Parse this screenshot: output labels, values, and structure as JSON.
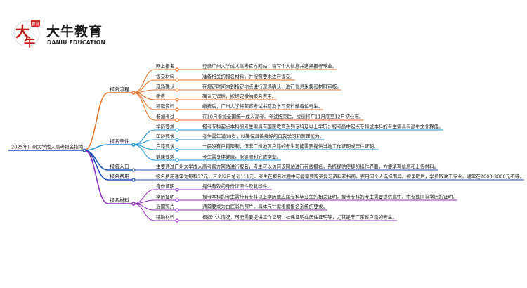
{
  "logo": {
    "name": "大牛教育",
    "name_en": "DANIU EDUCATION",
    "mark_char": "大",
    "mark_char2": "牛",
    "mark_seal": "教育"
  },
  "root": {
    "label": "2025年广州大学成人高考报名指南"
  },
  "colors": {
    "root": "#1e4fc0",
    "process": "#e8732a",
    "conditions": "#1f96d6",
    "entry": "#1f5bb4",
    "fee": "#1e4fc0",
    "materials": "#8e2fbf"
  },
  "branches": [
    {
      "key": "process",
      "label": "报名流程",
      "items": [
        {
          "label": "网上报名",
          "text": "登录广州大学成人高考官方网站，填写个人信息并选择报考专业。"
        },
        {
          "label": "提交材料",
          "text": "准备相关的报名材料，并按照要求进行提交。"
        },
        {
          "label": "现场确认",
          "text": "在规定时间内到指定地点进行现场确认，进行信息采集和材料审核。"
        },
        {
          "label": "缴费",
          "text": "确认无误后，按规定缴纳报名费用。"
        },
        {
          "label": "领取资料",
          "text": "缴费后，广州大学将邮寄考试书籍及学习资料给每位考生。"
        },
        {
          "label": "参加考试",
          "text": "在10月参加全国统一成人高考，考试结束后，成绩将在11月底至12月初公布。"
        }
      ]
    },
    {
      "key": "conditions",
      "label": "报名条件",
      "items": [
        {
          "label": "学历要求",
          "text": "报考专科起点本科的考生需具有国民教育系列专科及以上学历；报考高中起点专科或本科的考生需具有高中文化程度。"
        },
        {
          "label": "年龄要求",
          "text": "考生需年满18岁，以确保具备良好的自我学习和管理能力。"
        },
        {
          "label": "户籍要求",
          "text": "一般没有户籍限制，但非广州地区户籍的考生可能需要提供当地工作证明或居住证明。"
        },
        {
          "label": "健康要求",
          "text": "考生需身体健康，能够顺利完成学业。"
        }
      ]
    },
    {
      "key": "entry",
      "label": "报名入口",
      "items": [
        {
          "label": "",
          "text": "主要通过广州大学成人高考官方网站进行报名，考生可以访问该网站进行在线报名，系统提供便捷的操作界面，方便填写信息和上传材料。"
        }
      ]
    },
    {
      "key": "fee",
      "label": "报名费用",
      "items": [
        {
          "label": "",
          "text": "报名费用通常为每科37元，三个科目总计111元。考生在报名过程中可能需要购买复习资料和指南，费用因个人选择而异。被录取后，学费取决于专业，通常在2000-3000元不等。"
        }
      ]
    },
    {
      "key": "materials",
      "label": "报名材料",
      "items": [
        {
          "label": "身份证明",
          "text": "提供有效的身份证原件及复印件。"
        },
        {
          "label": "学历证明",
          "text": "报考本科的考生需持有专科以上学历或应届专科毕业生的相关证明，报考专科的考生需要提供高中、中专或同等学历的证明。"
        },
        {
          "label": "近期照片",
          "text": "通常要求为白底彩色照片，具体尺寸需根据报名系统的要求。"
        },
        {
          "label": "辅助材料",
          "text": "根据个人情况，可能需要提供工作证明、社保证明或居住证明等，尤其是非广东省户籍的考生。"
        }
      ]
    }
  ]
}
